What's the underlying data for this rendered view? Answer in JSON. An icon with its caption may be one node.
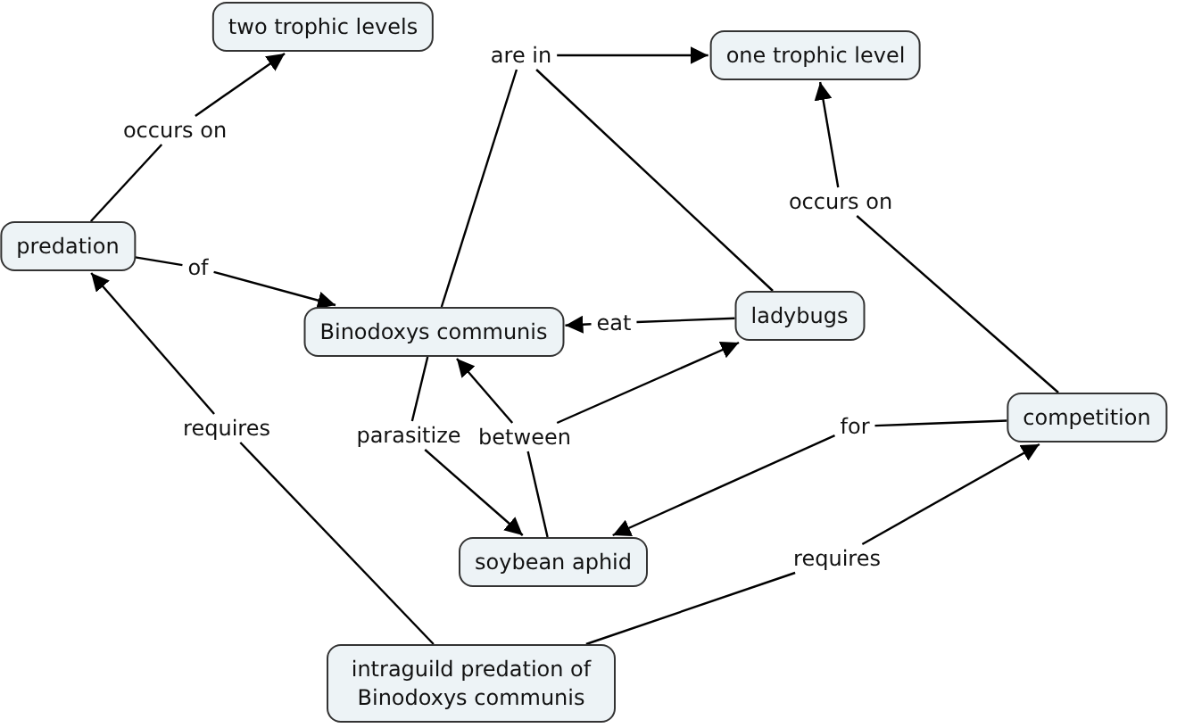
{
  "diagram": {
    "nodes": [
      {
        "text": [
          "two trophic levels"
        ]
      },
      {
        "text": [
          "one trophic level"
        ]
      },
      {
        "text": [
          "predation"
        ]
      },
      {
        "text": [
          "Binodoxys communis"
        ]
      },
      {
        "text": [
          "ladybugs"
        ]
      },
      {
        "text": [
          "competition"
        ]
      },
      {
        "text": [
          "soybean aphid"
        ]
      },
      {
        "text": [
          "intraguild predation of Binodoxys communis"
        ]
      },
      {
        "text": [
          "occurs on"
        ]
      },
      {
        "text": [
          "are in"
        ]
      },
      {
        "text": [
          "of"
        ]
      },
      {
        "text": [
          "eat"
        ]
      },
      {
        "text": [
          "occurs on"
        ]
      },
      {
        "text": [
          "parasitize"
        ]
      },
      {
        "text": [
          "between"
        ]
      },
      {
        "text": [
          "for"
        ]
      },
      {
        "text": [
          "requires"
        ]
      },
      {
        "text": [
          "requires"
        ]
      }
    ],
    "edges": [
      {
        "from": 2,
        "to": 8,
        "arrow": "none"
      },
      {
        "from": 8,
        "to": 0,
        "arrow": "to"
      },
      {
        "from": 3,
        "to": 9,
        "arrow": "none"
      },
      {
        "from": 4,
        "to": 9,
        "arrow": "none"
      },
      {
        "from": 9,
        "to": 1,
        "arrow": "to"
      },
      {
        "from": 2,
        "to": 10,
        "arrow": "none"
      },
      {
        "from": 10,
        "to": 3,
        "arrow": "to"
      },
      {
        "from": 4,
        "to": 11,
        "arrow": "none"
      },
      {
        "from": 11,
        "to": 3,
        "arrow": "to"
      },
      {
        "from": 5,
        "to": 12,
        "arrow": "none"
      },
      {
        "from": 12,
        "to": 1,
        "arrow": "to"
      },
      {
        "from": 3,
        "to": 13,
        "arrow": "none"
      },
      {
        "from": 13,
        "to": 6,
        "arrow": "to"
      },
      {
        "from": 6,
        "to": 14,
        "arrow": "none"
      },
      {
        "from": 14,
        "to": 3,
        "arrow": "to"
      },
      {
        "from": 14,
        "to": 4,
        "arrow": "to"
      },
      {
        "from": 5,
        "to": 15,
        "arrow": "none"
      },
      {
        "from": 15,
        "to": 6,
        "arrow": "to"
      },
      {
        "from": 7,
        "to": 16,
        "arrow": "none"
      },
      {
        "from": 16,
        "to": 2,
        "arrow": "to"
      },
      {
        "from": 7,
        "to": 17,
        "arrow": "none"
      },
      {
        "from": 17,
        "to": 5,
        "arrow": "to"
      }
    ]
  }
}
